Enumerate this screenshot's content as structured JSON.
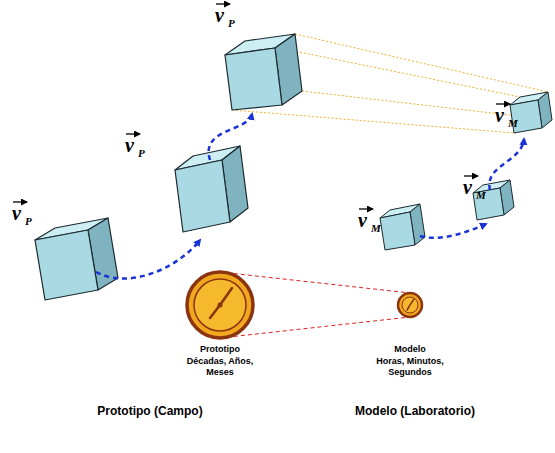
{
  "diagram": {
    "labels": [
      "v",
      "P",
      "v",
      "P",
      "v",
      "P",
      "v",
      "M",
      "v",
      "M",
      "v",
      "M",
      "Prototipo",
      "Décadas, Años, Meses",
      "Modelo",
      "Horas, Minutos, Segundos",
      "Prototipo (Campo)",
      "Modelo (Laboratorio)"
    ]
  }
}
